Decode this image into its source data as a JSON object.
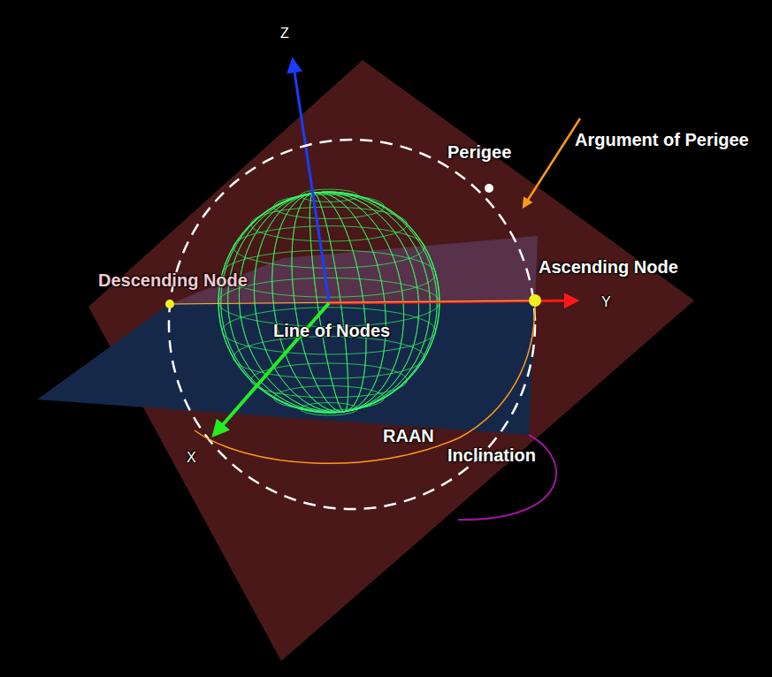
{
  "diagram": {
    "labels": [
      "Z",
      "Y",
      "X",
      "Perigee",
      "Argument of Perigee",
      "Ascending Node",
      "Descending Node",
      "Line of Nodes",
      "RAAN",
      "Inclination"
    ]
  }
}
